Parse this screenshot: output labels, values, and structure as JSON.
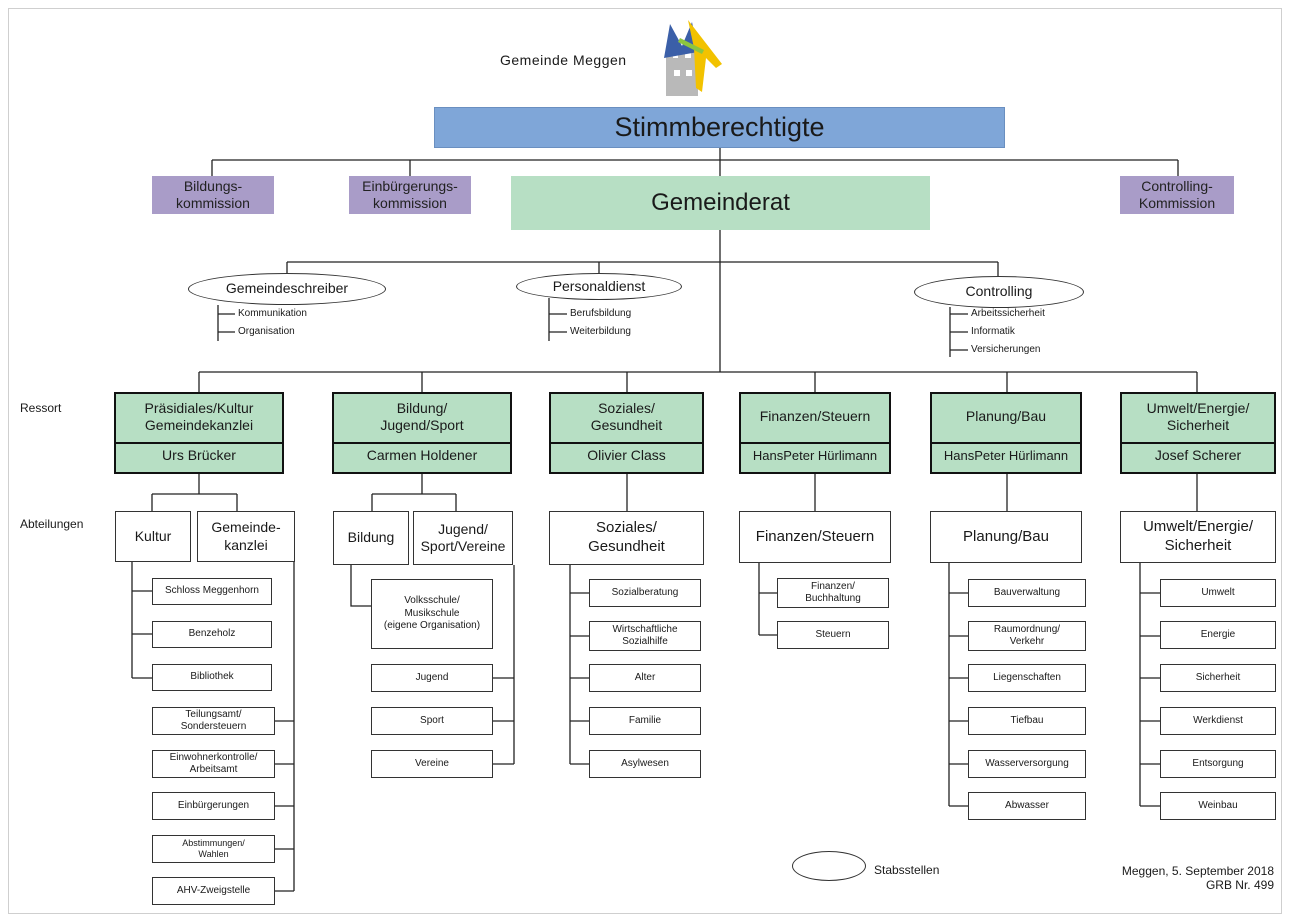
{
  "header": {
    "org_name": "Gemeinde Meggen",
    "top_box": "Stimmberechtigte",
    "council": "Gemeinderat"
  },
  "commissions": [
    "Bildungs-\nkommission",
    "Einbürgerungs-\nkommission",
    "Controlling-\nKommission"
  ],
  "staff_units": [
    {
      "name": "Gemeindeschreiber",
      "items": [
        "Kommunikation",
        "Organisation"
      ]
    },
    {
      "name": "Personaldienst",
      "items": [
        "Berufsbildung",
        "Weiterbildung"
      ]
    },
    {
      "name": "Controlling",
      "items": [
        "Arbeitssicherheit",
        "Informatik",
        "Versicherungen"
      ]
    }
  ],
  "labels": {
    "ressort": "Ressort",
    "abteilungen": "Abteilungen"
  },
  "ressorts": [
    {
      "title": "Präsidiales/Kultur\nGemeindekanzlei",
      "head": "Urs Brücker"
    },
    {
      "title": "Bildung/\nJugend/Sport",
      "head": "Carmen Holdener"
    },
    {
      "title": "Soziales/\nGesundheit",
      "head": "Olivier Class"
    },
    {
      "title": "Finanzen/Steuern",
      "head": "HansPeter Hürlimann"
    },
    {
      "title": "Planung/Bau",
      "head": "HansPeter Hürlimann"
    },
    {
      "title": "Umwelt/Energie/\nSicherheit",
      "head": "Josef Scherer"
    }
  ],
  "departments": [
    {
      "name": "Kultur",
      "units": [
        "Schloss Meggenhorn",
        "Benzeholz",
        "Bibliothek"
      ]
    },
    {
      "name": "Gemeinde-\nkanzlei",
      "units": [
        "Teilungsamt/\nSondersteuern",
        "Einwohnerkontrolle/\nArbeitsamt",
        "Einbürgerungen",
        "Abstimmungen/\nWahlen",
        "AHV-Zweigstelle"
      ]
    },
    {
      "name": "Bildung",
      "units": [
        "Volksschule/\nMusikschule\n(eigene Organisation)"
      ]
    },
    {
      "name": "Jugend/\nSport/Vereine",
      "units": [
        "Jugend",
        "Sport",
        "Vereine"
      ]
    },
    {
      "name": "Soziales/\nGesundheit",
      "units": [
        "Sozialberatung",
        "Wirtschaftliche\nSozialhilfe",
        "Alter",
        "Familie",
        "Asylwesen"
      ]
    },
    {
      "name": "Finanzen/Steuern",
      "units": [
        "Finanzen/\nBuchhaltung",
        "Steuern"
      ]
    },
    {
      "name": "Planung/Bau",
      "units": [
        "Bauverwaltung",
        "Raumordnung/\nVerkehr",
        "Liegenschaften",
        "Tiefbau",
        "Wasserversorgung",
        "Abwasser"
      ]
    },
    {
      "name": "Umwelt/Energie/\nSicherheit",
      "units": [
        "Umwelt",
        "Energie",
        "Sicherheit",
        "Werkdienst",
        "Entsorgung",
        "Weinbau"
      ]
    }
  ],
  "legend": {
    "label": "Stabsstellen"
  },
  "footer": {
    "date": "Meggen, 5. September 2018",
    "ref": "GRB Nr. 499"
  },
  "colors": {
    "top": "#7fa6d8",
    "council_ressort": "#b7dfc4",
    "commission": "#a99cc8",
    "logo_blue": "#3b5fa8",
    "logo_yellow": "#f2c200",
    "logo_tower": "#b9b9b9"
  }
}
